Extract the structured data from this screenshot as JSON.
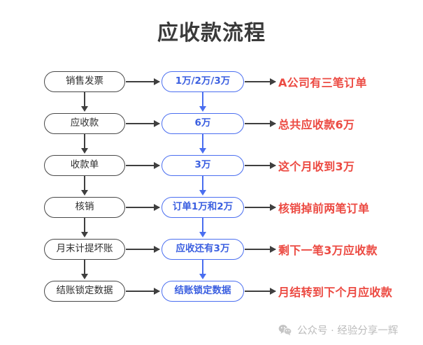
{
  "title": "应收款流程",
  "colors": {
    "title": "#3a3a3a",
    "left_node_border": "#474747",
    "left_node_text": "#2e2e2e",
    "mid_node_border": "#4a6ef0",
    "mid_node_text": "#3b5fe0",
    "note_text": "#ec4a42",
    "arrow_dark": "#3f3f3f",
    "arrow_blue": "#4a6ef0",
    "footer_text": "#bcbcbc",
    "background": "#ffffff"
  },
  "rows": [
    {
      "step": "销售发票",
      "value": "1万/2万/3万",
      "note": "A公司有三笔订单"
    },
    {
      "step": "应收款",
      "value": "6万",
      "note": "总共应收款6万"
    },
    {
      "step": "收款单",
      "value": "3万",
      "note": "这个月收到3万"
    },
    {
      "step": "核销",
      "value": "订单1万和2万",
      "note": "核销掉前两笔订单"
    },
    {
      "step": "月末计提坏账",
      "value": "应收还有3万",
      "note": "剩下一笔3万应收款"
    },
    {
      "step": "结账锁定数据",
      "value": "结账锁定数据",
      "note": "月结转到下个月应收款"
    }
  ],
  "footer": {
    "icon": "wechat-icon",
    "text": "公众号 · 经验分享一辉"
  }
}
